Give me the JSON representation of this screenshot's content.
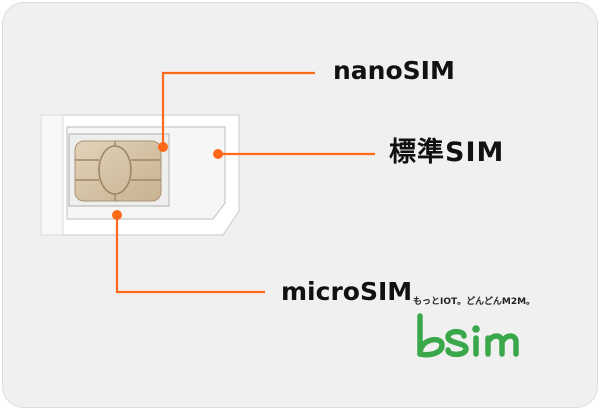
{
  "labels": {
    "nano": "nanoSIM",
    "standard": "標準SIM",
    "micro": "microSIM"
  },
  "logo": {
    "tagline": "もっとIOT。どんどんM2M。",
    "name": "bSim",
    "color": "#3aa84a"
  },
  "colors": {
    "leader_line": "#ff6a1a",
    "background": "#f0f0f0",
    "chip": "#d6c3a6"
  }
}
